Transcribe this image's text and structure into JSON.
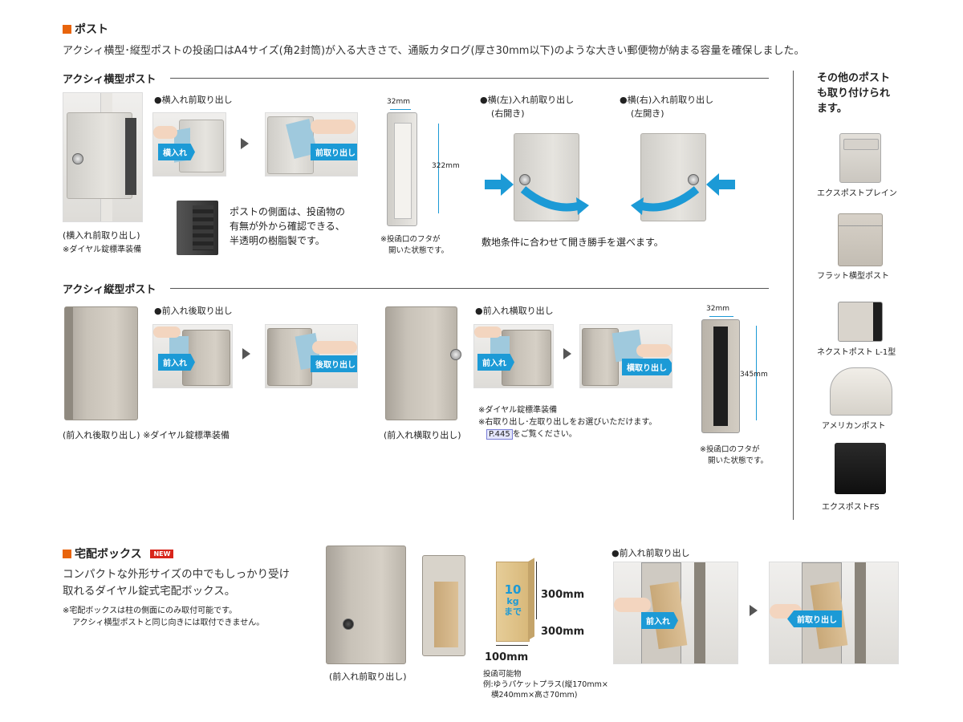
{
  "post": {
    "title": "ポスト",
    "intro": "アクシィ横型･縦型ポストの投函口はA4サイズ(角2封筒)が入る大きさで、通販カタログ(厚さ30mm以下)のような大きい郵便物が納まる容量を確保しました。"
  },
  "yoko": {
    "title": "アクシィ横型ポスト",
    "caption1": "(横入れ前取り出し)",
    "caption2": "※ダイヤル錠標準装備",
    "method1": "●横入れ前取り出し",
    "tag_in": "横入れ",
    "tag_out": "前取り出し",
    "side_text": [
      "ポストの側面は、投函物の",
      "有無が外から確認できる、",
      "半透明の樹脂製です。"
    ],
    "dim_w": "32mm",
    "dim_h": "322mm",
    "note": [
      "※投函口のフタが",
      "開いた状態です。"
    ],
    "left_open": [
      "●横(左)入れ前取り出し",
      "(右開き)"
    ],
    "right_open": [
      "●横(右)入れ前取り出し",
      "(左開き)"
    ],
    "choose_text": "敷地条件に合わせて開き勝手を選べます。"
  },
  "tate": {
    "title": "アクシィ縦型ポスト",
    "method1": "●前入れ後取り出し",
    "tag_in": "前入れ",
    "tag_out": "後取り出し",
    "caption1": "(前入れ後取り出し) ※ダイヤル錠標準装備",
    "caption2": "(前入れ横取り出し)",
    "method2": "●前入れ横取り出し",
    "tag_in2": "前入れ",
    "tag_out2": "横取り出し",
    "notes": [
      "※ダイヤル錠標準装備",
      "※右取り出し･左取り出しをお選びいただけます。"
    ],
    "page_ref": "P.445",
    "page_ref_suffix": "をご覧ください。",
    "dim_w": "32mm",
    "dim_h": "345mm",
    "note": [
      "※投函口のフタが",
      "開いた状態です。"
    ]
  },
  "others": {
    "title": [
      "その他のポスト",
      "も取り付けられ",
      "ます。"
    ],
    "items": [
      "エクスポストプレイン",
      "フラット横型ポスト",
      "ネクストポスト L-1型",
      "アメリカンポスト",
      "エクスポストFS"
    ]
  },
  "takuhai": {
    "title": "宅配ボックス",
    "badge": "NEW",
    "desc": [
      "コンパクトな外形サイズの中でもしっかり受け",
      "取れるダイヤル錠式宅配ボックス。"
    ],
    "notes": [
      "※宅配ボックスは柱の側面にのみ取付可能です。",
      "アクシィ横型ポストと同じ向きには取付できません。"
    ],
    "caption": "(前入れ前取り出し)",
    "pkg_weight": [
      "10",
      "kg",
      "まで"
    ],
    "dim_h": "300mm",
    "dim_d": "300mm",
    "dim_w": "100mm",
    "pkg_notes": [
      "投函可能物",
      "例:ゆうパケットプラス(縦170mm×",
      "横240mm×高さ70mm)"
    ],
    "method": "●前入れ前取り出し",
    "tag_in": "前入れ",
    "tag_out": "前取り出し"
  },
  "colors": {
    "accent": "#e8640c",
    "arrow_blue": "#1c9ad6",
    "new_badge": "#d8261c"
  }
}
